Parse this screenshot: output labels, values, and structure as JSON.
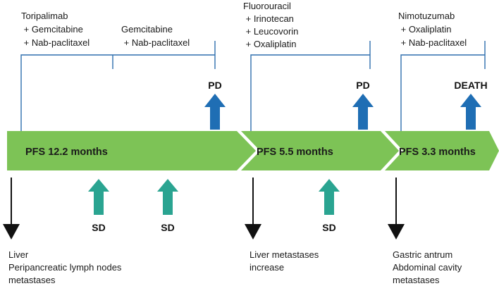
{
  "colors": {
    "bracket": "#2f6fad",
    "band": "#7dc356",
    "up_arrow": "#1f6eb4",
    "sd_arrow": "#2aa491",
    "down_arrow": "#111111"
  },
  "regimens": [
    {
      "lines": [
        "Toripalimab",
        " + Gemcitabine",
        " + Nab-paclitaxel"
      ]
    },
    {
      "lines": [
        "Gemcitabine",
        " + Nab-paclitaxel"
      ]
    },
    {
      "lines": [
        "Fluorouracil",
        " + Irinotecan",
        " + Leucovorin",
        " + Oxaliplatin"
      ]
    },
    {
      "lines": [
        "Nimotuzumab",
        " + Oxaliplatin",
        " + Nab-paclitaxel"
      ]
    }
  ],
  "phases": [
    {
      "pfs": "PFS 12.2 months",
      "outcome": "PD"
    },
    {
      "pfs": "PFS 5.5 months",
      "outcome": "PD"
    },
    {
      "pfs": "PFS 3.3 months",
      "outcome": "DEATH"
    }
  ],
  "sd_markers": [
    "SD",
    "SD",
    "SD"
  ],
  "metastases": [
    {
      "lines": [
        "Liver",
        "Peripancreatic lymph nodes",
        "metastases"
      ]
    },
    {
      "lines": [
        "Liver metastases",
        "increase"
      ]
    },
    {
      "lines": [
        "Gastric antrum",
        "Abdominal cavity",
        "metastases"
      ]
    }
  ]
}
